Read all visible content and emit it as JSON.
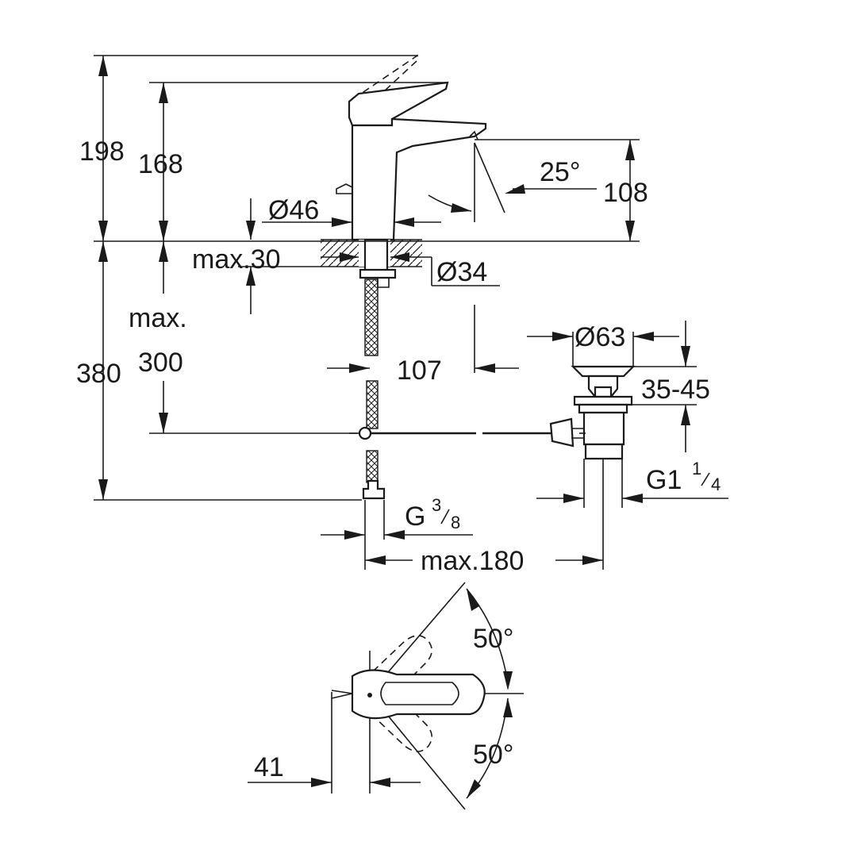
{
  "dimensions": {
    "total_height": "198",
    "spout_height": "168",
    "outlet_height": "108",
    "spout_angle": "25°",
    "base_diameter": "Ø46",
    "max_deck_thickness": "max.30",
    "hole_diameter": "Ø34",
    "hose_length_prefix": "max.",
    "hose_length": "300",
    "under_deck_height": "380",
    "projection": "107",
    "waste_diameter": "Ø63",
    "waste_range": "35-45",
    "waste_thread_main": "G1",
    "waste_thread_num": "1",
    "waste_thread_den": "4",
    "supply_thread_main": "G",
    "supply_thread_num": "3",
    "supply_thread_den": "8",
    "max_spread": "max.180",
    "lever_angle_top": "50°",
    "lever_angle_bottom": "50°",
    "lever_offset": "41"
  },
  "colors": {
    "line": "#1a1a1a",
    "background": "#ffffff"
  }
}
